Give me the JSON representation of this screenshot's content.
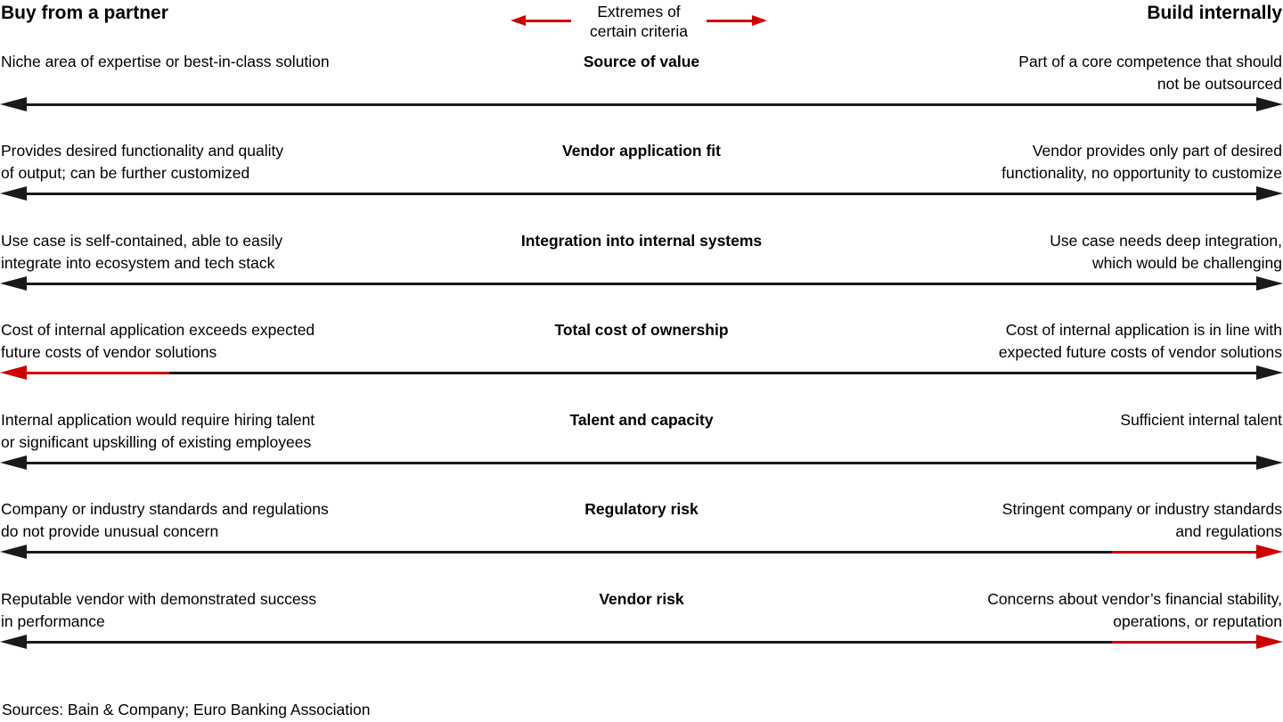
{
  "header": {
    "left_title": "Buy from a partner",
    "right_title": "Build internally",
    "center_label_line1": "Extremes of",
    "center_label_line2": "certain criteria"
  },
  "rows": [
    {
      "criterion": "Source of value",
      "left_lines": [
        "Niche area of expertise or best-in-class solution"
      ],
      "right_lines": [
        "Part of a core competence that should",
        "not be outsourced"
      ],
      "highlight": "none"
    },
    {
      "criterion": "Vendor application fit",
      "left_lines": [
        "Provides desired functionality and quality",
        "of output; can be further customized"
      ],
      "right_lines": [
        "Vendor provides only part of desired",
        "functionality, no opportunity to customize"
      ],
      "highlight": "none"
    },
    {
      "criterion": "Integration into internal systems",
      "left_lines": [
        "Use case is self-contained, able to easily",
        "integrate into ecosystem and tech stack"
      ],
      "right_lines": [
        "Use case needs deep integration,",
        "which would be challenging"
      ],
      "highlight": "none"
    },
    {
      "criterion": "Total cost of ownership",
      "left_lines": [
        "Cost of internal application exceeds expected",
        "future costs of vendor solutions"
      ],
      "right_lines": [
        "Cost of internal application is in line with",
        "expected future costs of vendor solutions"
      ],
      "highlight": "left"
    },
    {
      "criterion": "Talent and capacity",
      "left_lines": [
        "Internal application would require hiring talent",
        "or significant upskilling of existing employees"
      ],
      "right_lines": [
        "Sufficient internal talent"
      ],
      "highlight": "none"
    },
    {
      "criterion": "Regulatory risk",
      "left_lines": [
        "Company or industry standards and regulations",
        "do not provide unusual concern"
      ],
      "right_lines": [
        "Stringent company or industry standards",
        "and regulations"
      ],
      "highlight": "right"
    },
    {
      "criterion": "Vendor risk",
      "left_lines": [
        "Reputable vendor with demonstrated success",
        "in performance"
      ],
      "right_lines": [
        "Concerns about vendor’s financial stability,",
        "operations, or reputation"
      ],
      "highlight": "right"
    }
  ],
  "footer": {
    "sources": "Sources: Bain & Company; Euro Banking Association"
  },
  "colors": {
    "accent_red": "#cc0000",
    "arrow_black": "#1a1a1a"
  }
}
